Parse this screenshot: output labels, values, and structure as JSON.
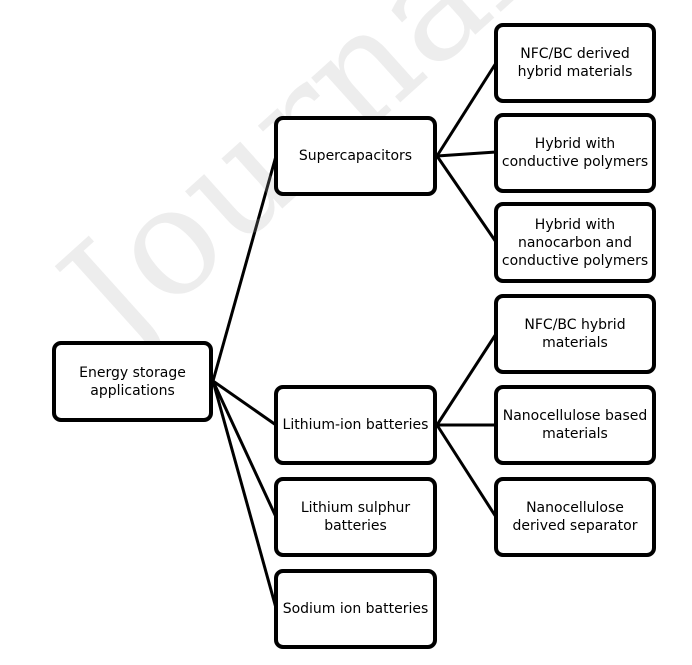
{
  "watermark": "Journal Pre-p",
  "nodes": {
    "root": "Energy storage applications",
    "supercapacitors": "Supercapacitors",
    "lithium_ion": "Lithium-ion batteries",
    "lithium_sulphur": "Lithium sulphur batteries",
    "sodium_ion": "Sodium ion batteries",
    "nfc_bc_derived": "NFC/BC derived hybrid materials",
    "hybrid_conductive": "Hybrid with conductive polymers",
    "hybrid_nanocarbon": "Hybrid with nanocarbon and conductive polymers",
    "nfc_bc_hybrid": "NFC/BC hybrid materials",
    "nanocellulose_based": "Nanocellulose based materials",
    "nanocellulose_separator": "Nanocellulose derived separator"
  }
}
